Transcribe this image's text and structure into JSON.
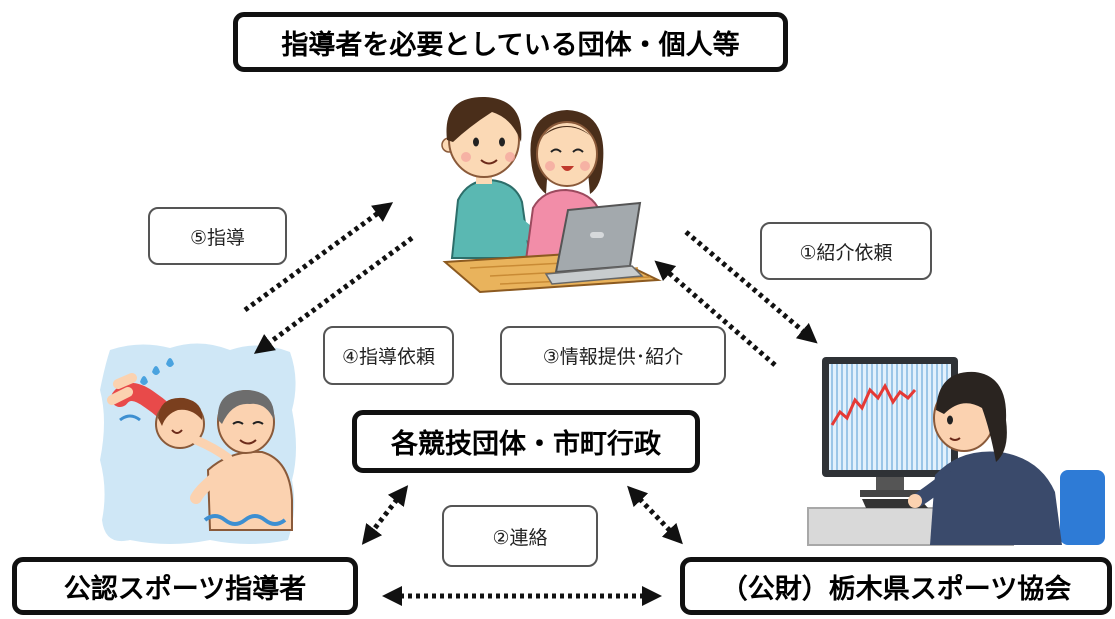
{
  "boxes": {
    "top": "指導者を必要としている団体・個人等",
    "middle": "各競技団体・市町行政",
    "bottom_left": "公認スポーツ指導者",
    "bottom_right": "（公財）栃木県スポーツ協会"
  },
  "labels": {
    "step1": "①紹介依頼",
    "step2": "②連絡",
    "step3": "③情報提供･紹介",
    "step4": "④指導依頼",
    "step5": "⑤指導"
  },
  "illustrations": {
    "requesters": "couple-at-laptop-illustration",
    "instructor": "swimming-lesson-illustration",
    "association": "office-worker-at-computer-illustration"
  },
  "colors": {
    "box_border": "#111111",
    "label_border": "#555555",
    "arrow": "#111111",
    "chart_line": "#e53935"
  }
}
